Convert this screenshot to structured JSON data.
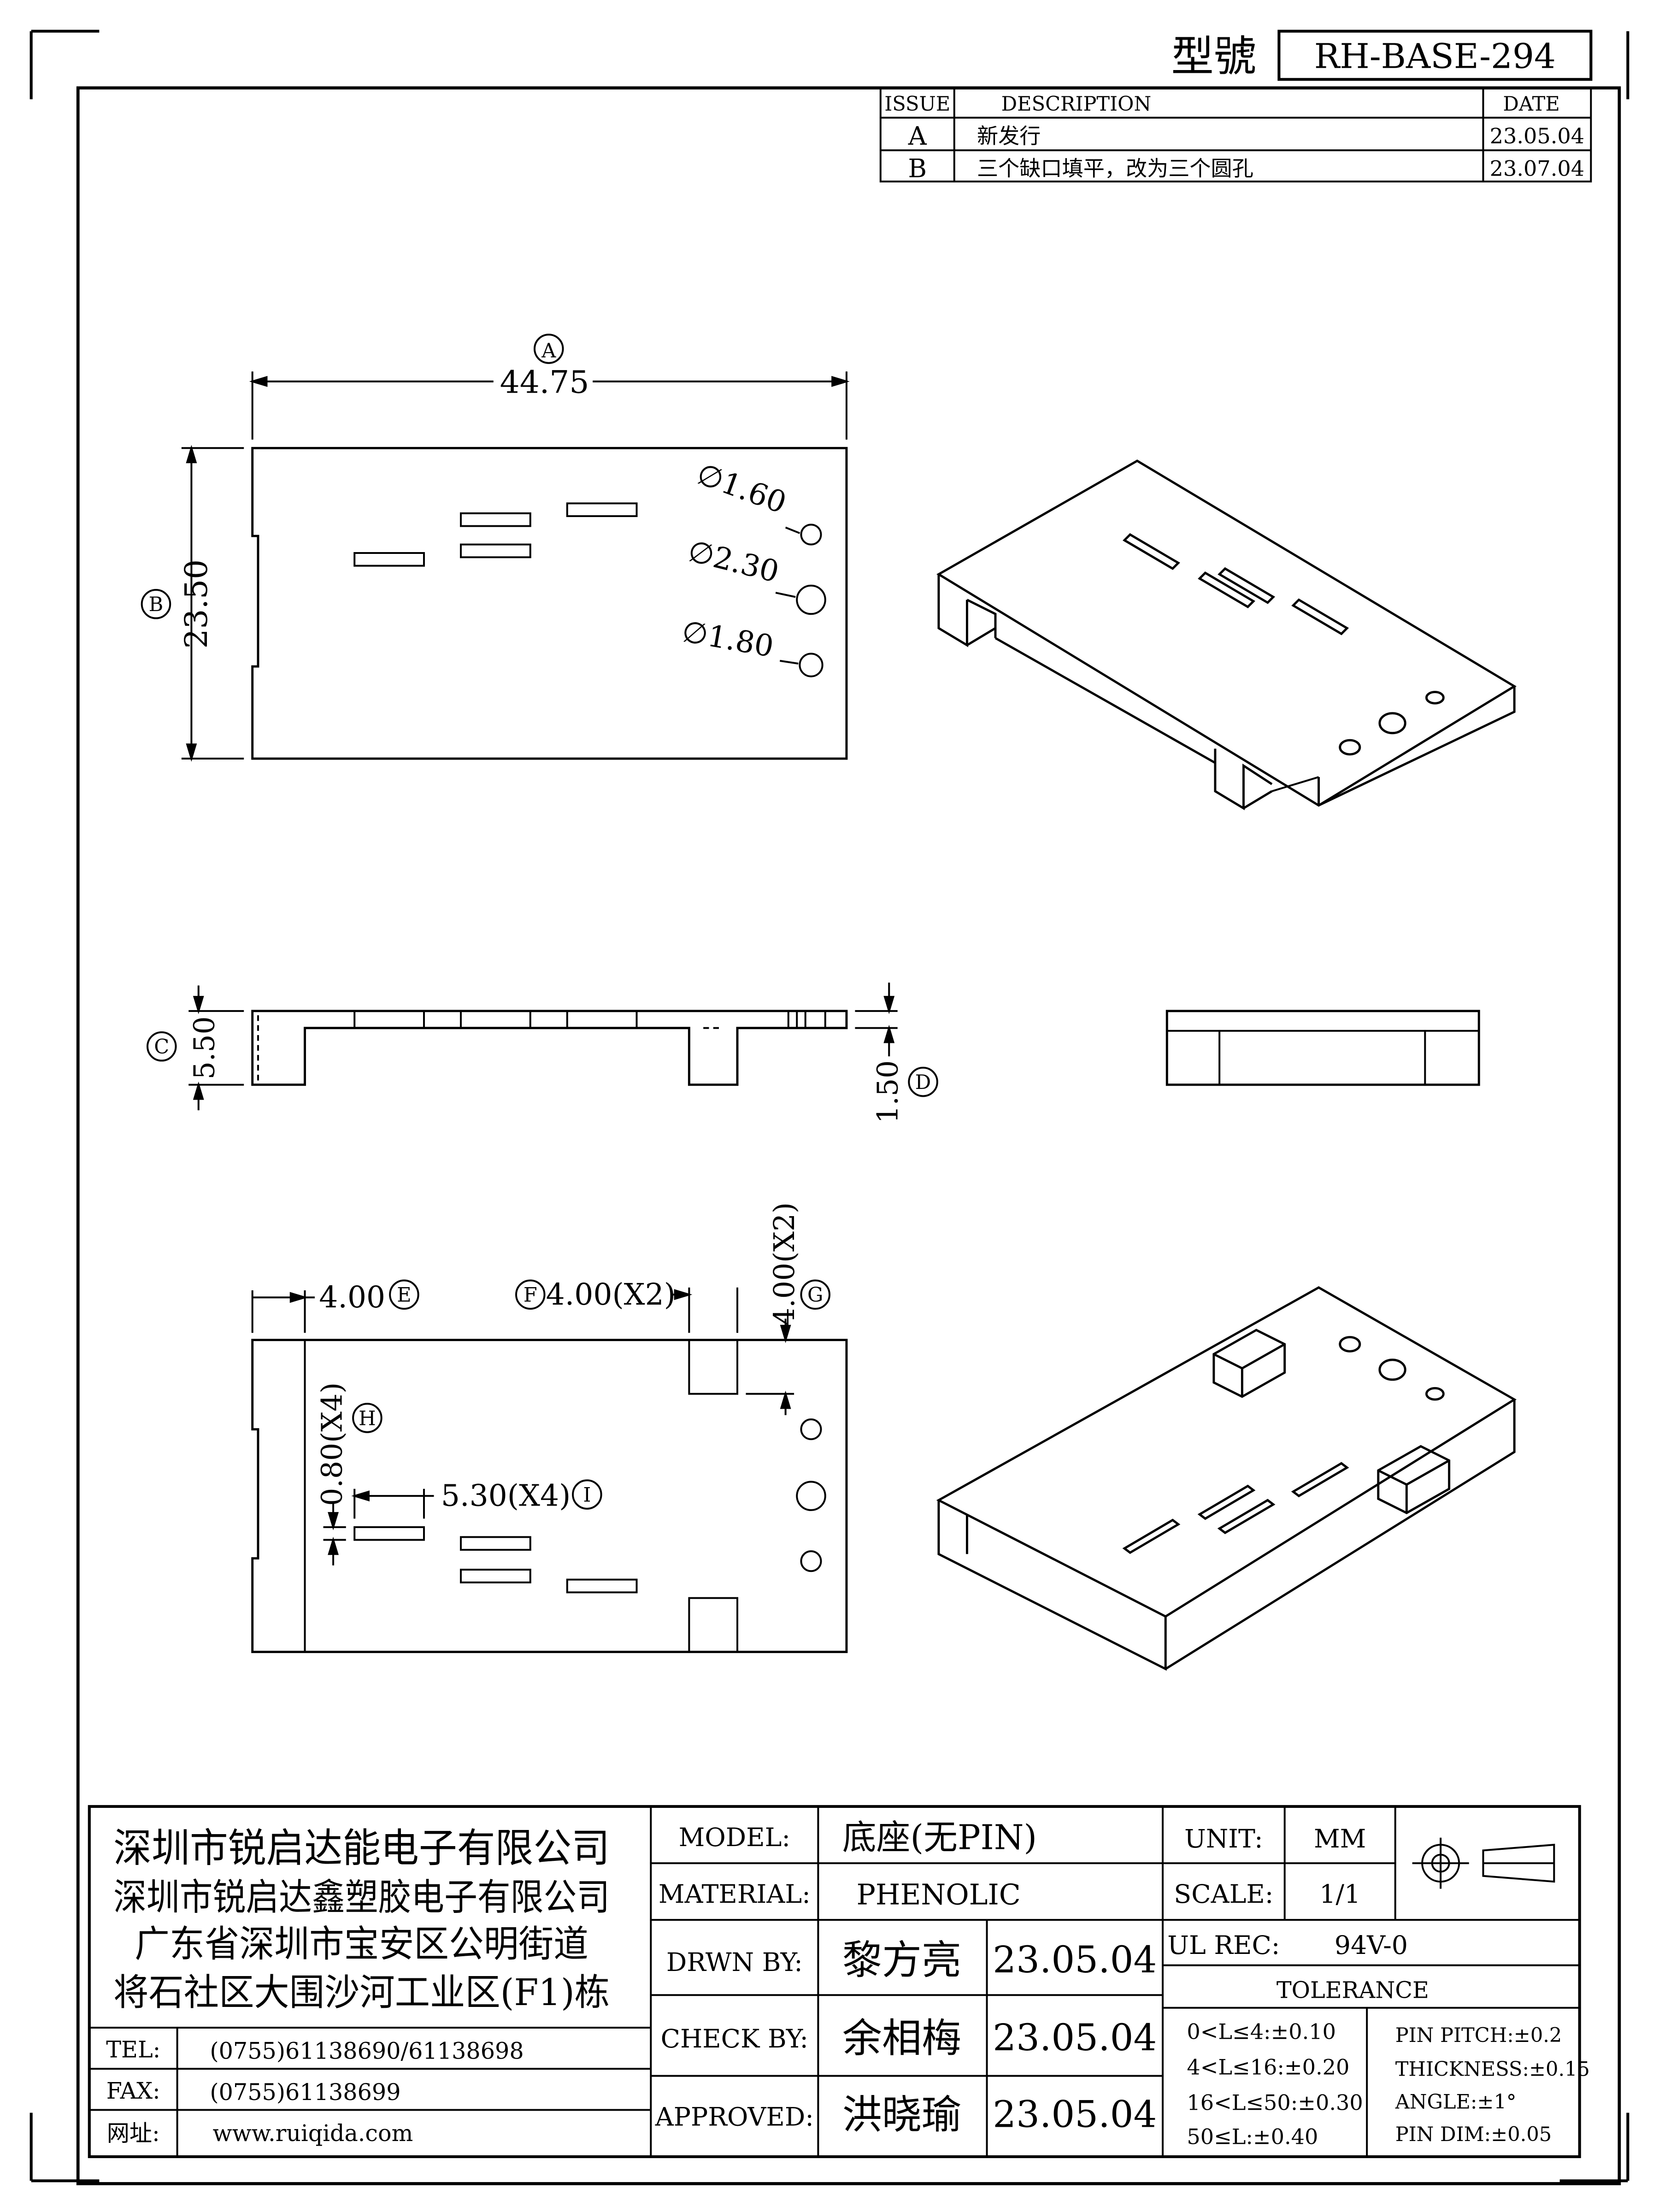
{
  "header": {
    "model_label": "型號",
    "model_value": "RH-BASE-294"
  },
  "revision": {
    "headers": {
      "issue": "ISSUE",
      "description": "DESCRIPTION",
      "date": "DATE"
    },
    "rows": [
      {
        "issue": "A",
        "description": "新发行",
        "date": "23.05.04"
      },
      {
        "issue": "B",
        "description": "三个缺口填平，改为三个圆孔",
        "date": "23.07.04"
      }
    ]
  },
  "dimensions": {
    "A": {
      "tag": "A",
      "value": "44.75"
    },
    "B": {
      "tag": "B",
      "value": "23.50"
    },
    "C": {
      "tag": "C",
      "value": "5.50"
    },
    "D": {
      "tag": "D",
      "value": "1.50"
    },
    "E": {
      "tag": "E",
      "value": "4.00"
    },
    "F": {
      "tag": "F",
      "value": "4.00(X2)"
    },
    "G": {
      "tag": "G",
      "value": "4.00(X2)"
    },
    "H": {
      "tag": "H",
      "value": "0.80(X4)"
    },
    "I": {
      "tag": "I",
      "value": "5.30(X4)"
    },
    "holes": [
      "∅1.60",
      "∅2.30",
      "∅1.80"
    ]
  },
  "title_block": {
    "company": [
      "深圳市锐启达能电子有限公司",
      "深圳市锐启达鑫塑胶电子有限公司",
      "广东省深圳市宝安区公明街道",
      "将石社区大围沙河工业区(F1)栋"
    ],
    "tel_label": "TEL:",
    "tel": "(0755)61138690/61138698",
    "fax_label": "FAX:",
    "fax": "(0755)61138699",
    "web_label": "网址:",
    "web": "www.ruiqida.com",
    "model_label": "MODEL:",
    "model": "底座(无PIN)",
    "material_label": "MATERIAL:",
    "material": "PHENOLIC",
    "drawn_label": "DRWN BY:",
    "drawn_by": "黎方亮",
    "drawn_date": "23.05.04",
    "check_label": "CHECK BY:",
    "check_by": "余相梅",
    "check_date": "23.05.04",
    "approved_label": "APPROVED:",
    "approved_by": "洪晓瑜",
    "approved_date": "23.05.04",
    "unit_label": "UNIT:",
    "unit": "MM",
    "scale_label": "SCALE:",
    "scale": "1/1",
    "ul_label": "UL REC:",
    "ul": "94V-0",
    "tolerance_title": "TOLERANCE",
    "tolerances": [
      "0<L≤4:±0.10",
      "4<L≤16:±0.20",
      "16<L≤50:±0.30",
      "50≤L:±0.40"
    ],
    "other_tolerances": [
      "PIN PITCH:±0.2",
      "THICKNESS:±0.15",
      "ANGLE:±1°",
      "PIN DIM:±0.05"
    ]
  }
}
